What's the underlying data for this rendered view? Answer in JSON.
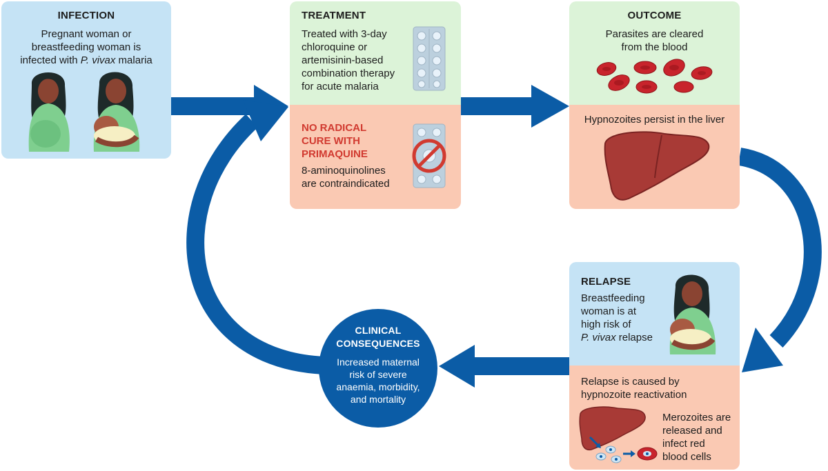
{
  "infection": {
    "title": "INFECTION",
    "line1": "Pregnant woman or",
    "line2": "breastfeeding woman is",
    "line3_a": "infected with ",
    "line3_species": "P. vivax",
    "line3_b": " malaria"
  },
  "treatment": {
    "title": "TREATMENT",
    "lines": [
      "Treated with 3-day",
      "chloroquine or",
      "artemisinin-based",
      "combination therapy",
      "for acute malaria"
    ]
  },
  "no_radical_cure": {
    "warning_lines": [
      "NO RADICAL",
      "CURE WITH",
      "PRIMAQUINE"
    ],
    "lines": [
      "8-aminoquinolines",
      "are contraindicated"
    ]
  },
  "outcome": {
    "title": "OUTCOME",
    "line1": "Parasites are cleared",
    "line2": "from the blood",
    "liver_text": "Hypnozoites persist in the liver"
  },
  "relapse": {
    "title": "RELAPSE",
    "line1": "Breastfeeding",
    "line2": "woman is at",
    "line3": "high risk of",
    "line4_species": "P. vivax",
    "line4_b": " relapse",
    "cause_line1": "Relapse is caused by",
    "cause_line2": "hypnozoite reactivation",
    "merozoite_lines": [
      "Merozoites are",
      "released and",
      "infect red",
      "blood cells"
    ]
  },
  "clinical": {
    "title_lines": [
      "CLINICAL",
      "CONSEQUENCES"
    ],
    "lines": [
      "Increased maternal",
      "risk of severe",
      "anaemia, morbidity,",
      "and mortality"
    ]
  },
  "colors": {
    "arrow": "#0b5ca6",
    "box_blue": "#c5e3f5",
    "box_green": "#dcf3d8",
    "box_salmon": "#fac9b3",
    "warning_red": "#d13a30"
  }
}
